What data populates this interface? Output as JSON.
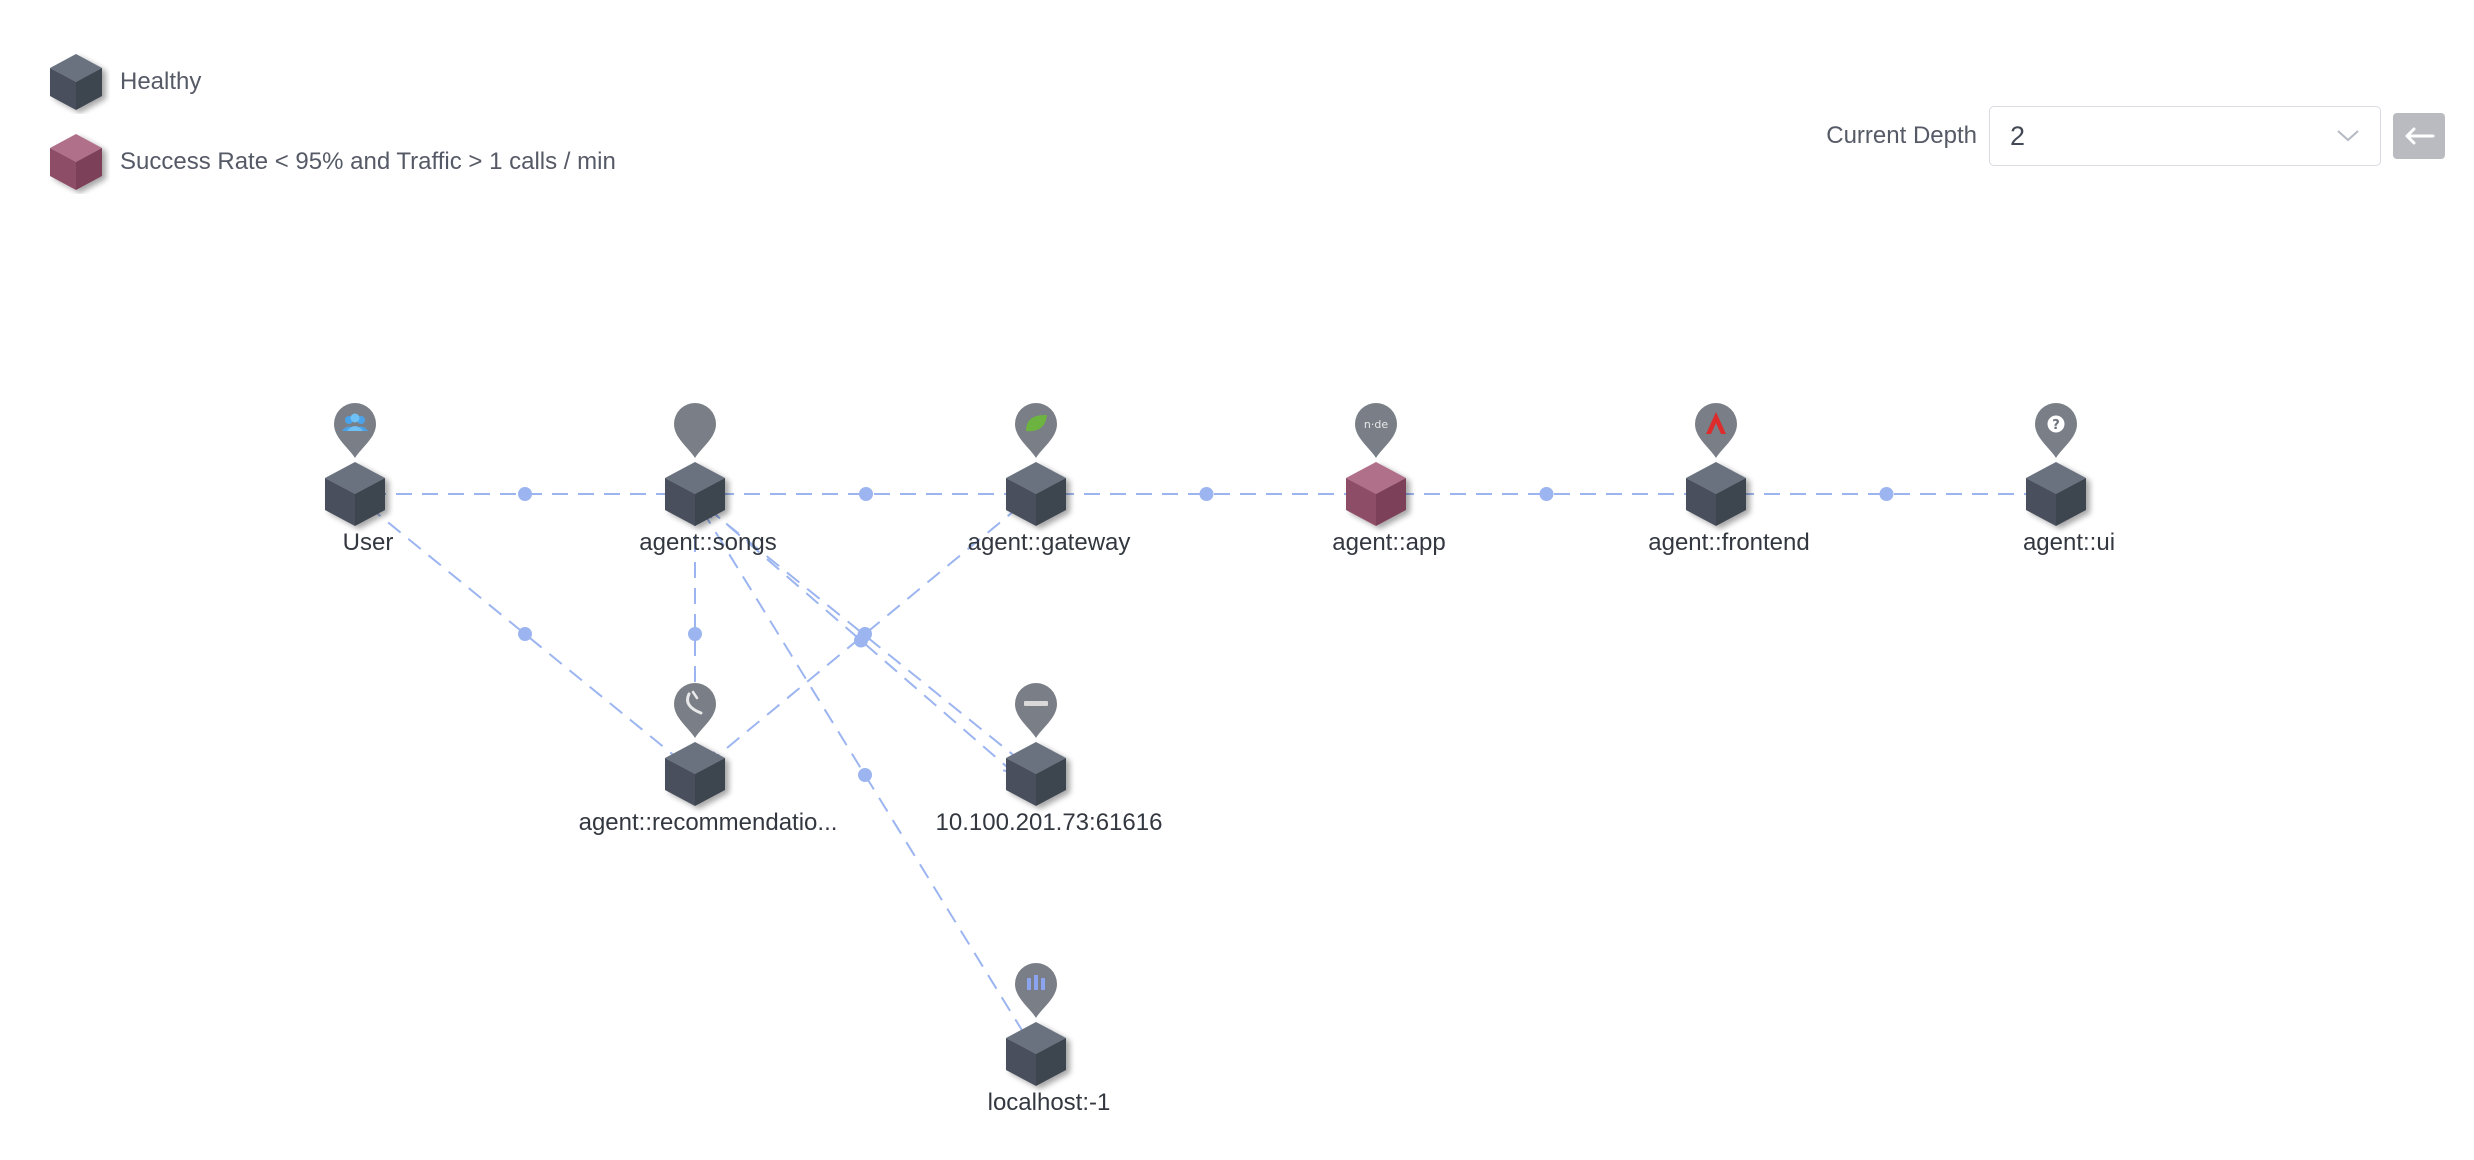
{
  "legend": {
    "healthy": {
      "label": "Healthy",
      "color": "#5a616e"
    },
    "unhealthy": {
      "label": "Success Rate < 95% and Traffic > 1 calls / min",
      "color": "#9e5a72"
    }
  },
  "depth": {
    "label": "Current Depth",
    "value": "2"
  },
  "nodes": [
    {
      "id": "user",
      "label": "User",
      "status": "healthy",
      "icon": "users-icon"
    },
    {
      "id": "songs",
      "label": "agent::songs",
      "status": "healthy",
      "icon": "blank-marker-icon"
    },
    {
      "id": "gateway",
      "label": "agent::gateway",
      "status": "healthy",
      "icon": "spring-leaf-icon"
    },
    {
      "id": "app",
      "label": "agent::app",
      "status": "unhealthy",
      "icon": "nodejs-icon"
    },
    {
      "id": "frontend",
      "label": "agent::frontend",
      "status": "healthy",
      "icon": "angular-icon"
    },
    {
      "id": "ui",
      "label": "agent::ui",
      "status": "healthy",
      "icon": "question-icon"
    },
    {
      "id": "recommendation",
      "label": "agent::recommendatio...",
      "status": "healthy",
      "icon": "phone-icon"
    },
    {
      "id": "activemq",
      "label": "10.100.201.73:61616",
      "status": "healthy",
      "icon": "activemq-icon"
    },
    {
      "id": "localhost",
      "label": "localhost:-1",
      "status": "healthy",
      "icon": "database-icon"
    }
  ],
  "edges": [
    {
      "from": "user",
      "to": "songs"
    },
    {
      "from": "gateway",
      "to": "songs"
    },
    {
      "from": "app",
      "to": "gateway"
    },
    {
      "from": "frontend",
      "to": "app"
    },
    {
      "from": "ui",
      "to": "frontend"
    },
    {
      "from": "user",
      "to": "recommendation"
    },
    {
      "from": "recommendation",
      "to": "songs"
    },
    {
      "from": "gateway",
      "to": "recommendation"
    },
    {
      "from": "songs",
      "to": "activemq"
    },
    {
      "from": "activemq",
      "to": "songs"
    },
    {
      "from": "songs",
      "to": "localhost"
    }
  ],
  "edge_color": "#9cb5f0",
  "marker_color": "#7a7e86"
}
